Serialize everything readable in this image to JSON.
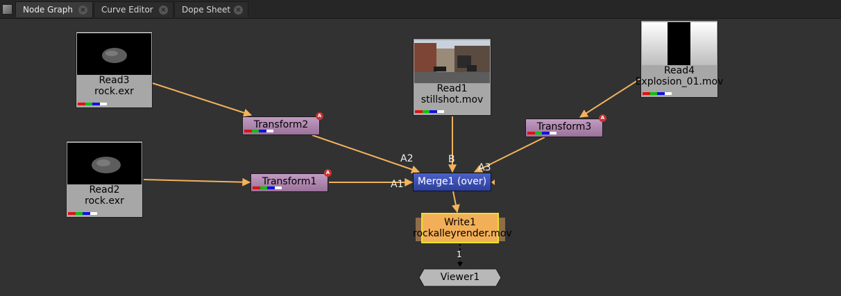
{
  "tabs": [
    {
      "label": "Node Graph",
      "active": true
    },
    {
      "label": "Curve Editor",
      "active": false
    },
    {
      "label": "Dope Sheet",
      "active": false
    }
  ],
  "tab_close_glyph": "×",
  "nodes": {
    "read3": {
      "name": "Read3",
      "file": "rock.exr"
    },
    "read2": {
      "name": "Read2",
      "file": "rock.exr"
    },
    "read1": {
      "name": "Read1",
      "file": "stillshot.mov"
    },
    "read4": {
      "name": "Read4",
      "file": "Explosion_01.mov"
    },
    "transform2": {
      "name": "Transform2"
    },
    "transform1": {
      "name": "Transform1"
    },
    "transform3": {
      "name": "Transform3"
    },
    "merge1": {
      "name": "Merge1 (over)"
    },
    "write1": {
      "name": "Write1",
      "file": "rockalleyrender.mov"
    },
    "viewer1": {
      "name": "Viewer1"
    }
  },
  "input_labels": {
    "a1": "A1",
    "a2": "A2",
    "a3": "A3",
    "b": "B",
    "viewer_input": "1"
  },
  "badge_glyph": "A",
  "colors": {
    "wire": "#f2b35e",
    "merge": "#3b4fb8",
    "write": "#f3af58",
    "transform": "#b088b0",
    "read": "#a7a7a7",
    "background": "#323232"
  },
  "channel_swatch": [
    "#e01010",
    "#10c010",
    "#1010e0",
    "#ffffff"
  ]
}
